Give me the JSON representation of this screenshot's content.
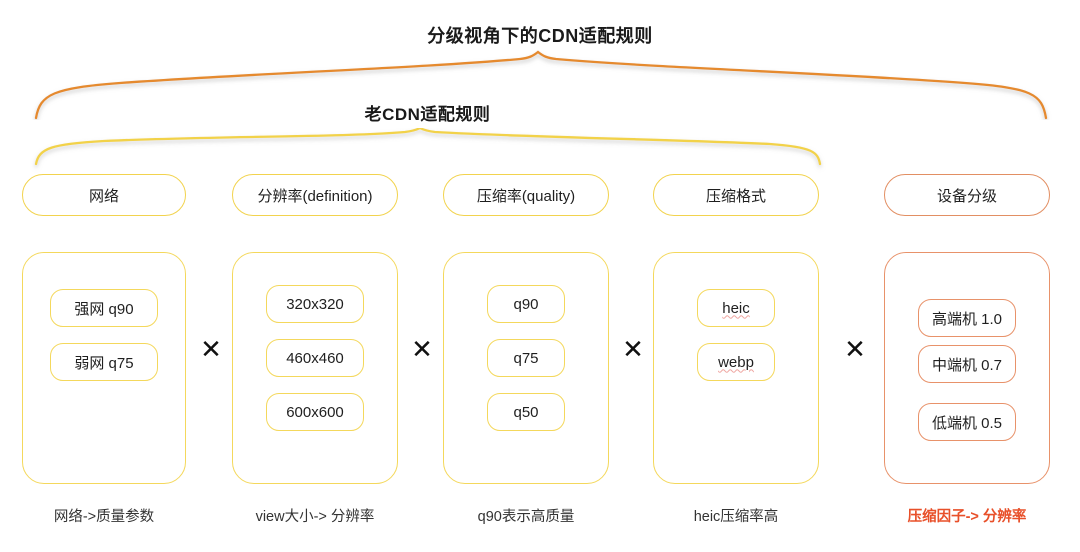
{
  "title": {
    "main": "分级视角下的CDN适配规则",
    "sub": "老CDN适配规则"
  },
  "colors": {
    "yellow": "#F4D85C",
    "orange": "#E8926A",
    "brace_top": "#E58A2E",
    "brace_sub": "#F2D24A",
    "accent_text": "#E8502A",
    "text": "#1f1f1f"
  },
  "operators": {
    "multiply": "✕"
  },
  "columns": [
    {
      "key": "network",
      "header": "网络",
      "accent": "yellow",
      "items": [
        "强网 q90",
        "弱网 q75"
      ],
      "caption": "网络->质量参数",
      "caption_accent": false
    },
    {
      "key": "definition",
      "header": "分辨率(definition)",
      "accent": "yellow",
      "items": [
        "320x320",
        "460x460",
        "600x600"
      ],
      "caption": "view大小-> 分辨率",
      "caption_accent": false
    },
    {
      "key": "quality",
      "header": "压缩率(quality)",
      "accent": "yellow",
      "items": [
        "q90",
        "q75",
        "q50"
      ],
      "caption": "q90表示高质量",
      "caption_accent": false
    },
    {
      "key": "format",
      "header": "压缩格式",
      "accent": "yellow",
      "items": [
        "heic",
        "webp"
      ],
      "caption": "heic压缩率高",
      "caption_accent": false
    },
    {
      "key": "device-tier",
      "header": "设备分级",
      "accent": "orange",
      "items": [
        "高端机 1.0",
        "中端机 0.7",
        "低端机 0.5"
      ],
      "caption": "压缩因子-> 分辨率",
      "caption_accent": true
    }
  ]
}
